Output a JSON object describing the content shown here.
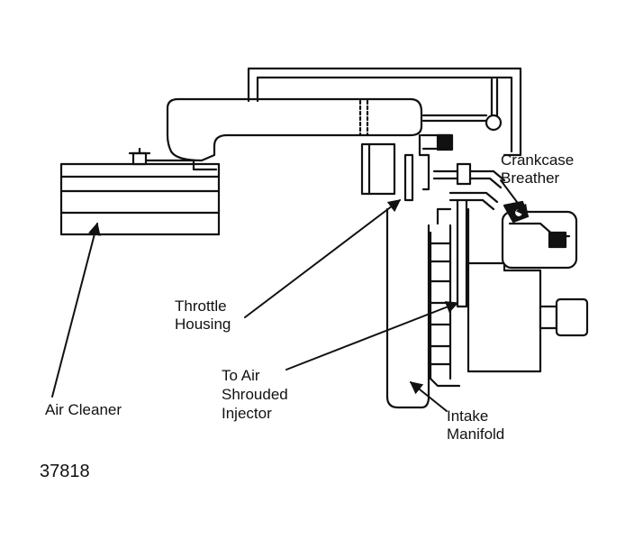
{
  "diagram": {
    "colors": {
      "line": "#111111",
      "background": "#ffffff"
    },
    "labels": {
      "crankcase_breather": [
        "Crankcase",
        "Breather"
      ],
      "throttle_housing": [
        "Throttle",
        "Housing"
      ],
      "to_air_shrouded_injector": [
        "To Air",
        "Shrouded",
        "Injector"
      ],
      "air_cleaner": [
        "Air Cleaner"
      ],
      "intake_manifold": [
        "Intake",
        "Manifold"
      ]
    },
    "figure_number": "37818"
  }
}
